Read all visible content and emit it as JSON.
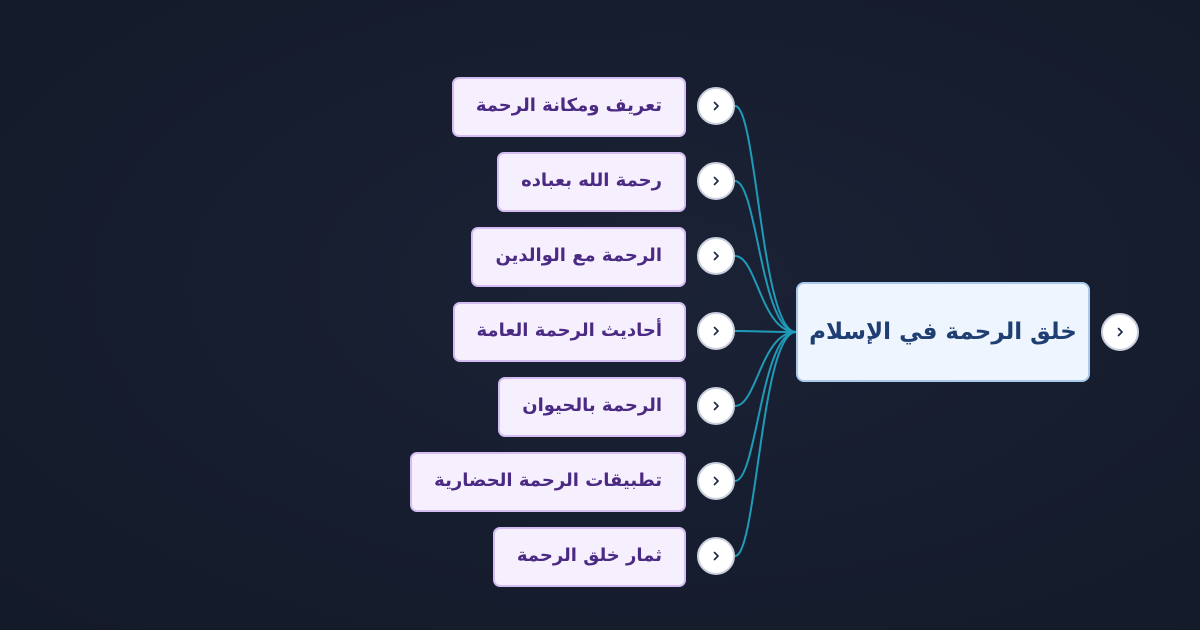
{
  "mindmap": {
    "root": {
      "label": "خلق الرحمة في الإسلام",
      "toggle_icon": "chevron-right-icon"
    },
    "children": [
      {
        "label": "تعريف ومكانة الرحمة",
        "toggle_icon": "chevron-right-icon"
      },
      {
        "label": "رحمة الله بعباده",
        "toggle_icon": "chevron-right-icon"
      },
      {
        "label": "الرحمة مع الوالدين",
        "toggle_icon": "chevron-right-icon"
      },
      {
        "label": "أحاديث الرحمة العامة",
        "toggle_icon": "chevron-right-icon"
      },
      {
        "label": "الرحمة بالحيوان",
        "toggle_icon": "chevron-right-icon"
      },
      {
        "label": "تطبيقات الرحمة الحضارية",
        "toggle_icon": "chevron-right-icon"
      },
      {
        "label": "ثمار خلق الرحمة",
        "toggle_icon": "chevron-right-icon"
      }
    ]
  },
  "colors": {
    "background": "#161d2e",
    "connector": "#1f9bb8",
    "root_fill": "#eef5ff",
    "root_border": "#aac9ee",
    "root_text": "#1f3f72",
    "child_fill": "#f6effd",
    "child_border": "#d3bdf2",
    "child_text": "#4b2a83",
    "toggle_fill": "#ffffff"
  }
}
